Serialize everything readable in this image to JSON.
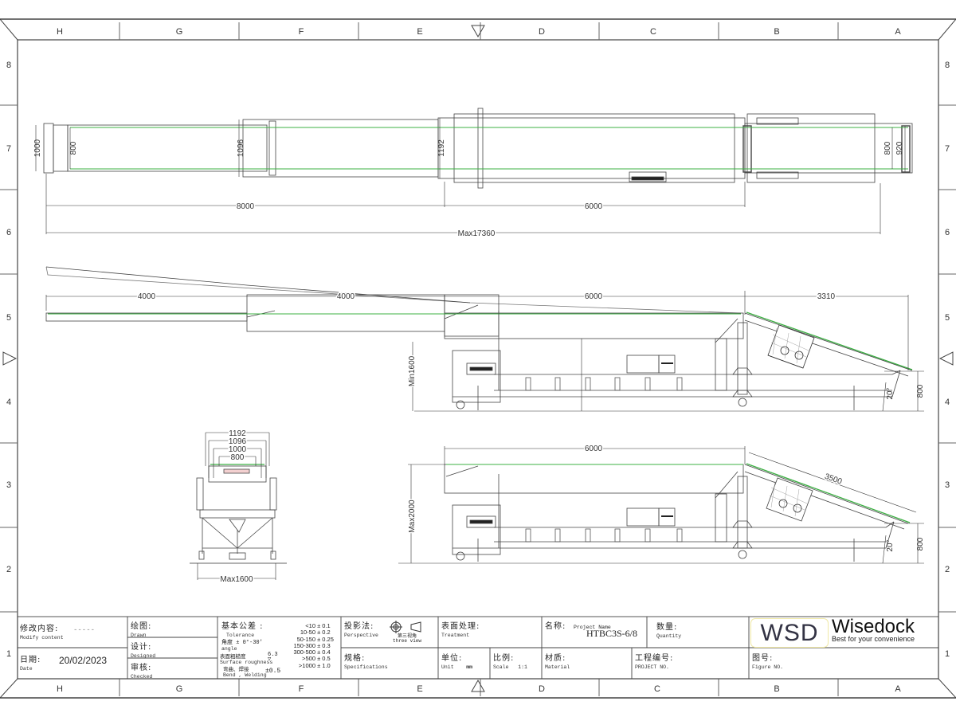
{
  "drawing": {
    "type": "engineering-drawing",
    "subject": "Telescopic belt conveyor — plan, side and end views",
    "frame": {
      "column_zones": [
        "H",
        "G",
        "F",
        "E",
        "D",
        "C",
        "B",
        "A"
      ],
      "row_zones": [
        "8",
        "7",
        "6",
        "5",
        "4",
        "3",
        "2",
        "1"
      ]
    },
    "plan_view": {
      "dims": {
        "width_tail": "1000",
        "belt_width_tail": "800",
        "width_mid": "1096",
        "width_base": "1192",
        "belt_width_head": "800",
        "width_head": "920",
        "len_telescopic": "8000",
        "len_base": "6000",
        "overall": "Max17360"
      }
    },
    "side_view_extended": {
      "dims": {
        "stage1": "4000",
        "stage2": "4000",
        "base": "6000",
        "head": "3310",
        "min_height": "Min1600",
        "angle": "20°",
        "head_height": "800"
      }
    },
    "end_view": {
      "dims": {
        "w1": "1192",
        "w2": "1096",
        "w3": "1000",
        "w4": "800",
        "max_width": "Max1600"
      }
    },
    "side_view_raised": {
      "dims": {
        "base": "6000",
        "head": "3500",
        "max_height": "Max2000",
        "angle": "20°",
        "head_height": "800"
      }
    }
  },
  "title_block": {
    "modify": {
      "cn": "修改内容:",
      "en": "Modify content",
      "value": "-----"
    },
    "date": {
      "cn": "日期:",
      "en": "Date",
      "value": "20/02/2023"
    },
    "drawn": {
      "cn": "绘图:",
      "en": "Drawn"
    },
    "designed": {
      "cn": "设计:",
      "en": "Designed"
    },
    "checked": {
      "cn": "审核:",
      "en": "Checked"
    },
    "tolerance": {
      "cn": "基本公差 :",
      "en": "Tolerance",
      "angle_cn": "角度",
      "angle_en": "angle",
      "angle_value": "± 0°-30'",
      "surface_cn": "表面粗糙度",
      "surface_en": "Surface roughness",
      "surface_value": "6.3",
      "bend_cn": "弯曲、焊接",
      "bend_en": "Bend , Welding",
      "bend_value": "±0.5",
      "table": [
        {
          "range": "<10",
          "tol": "± 0.1"
        },
        {
          "range": "10-50",
          "tol": "± 0.2"
        },
        {
          "range": "50-150",
          "tol": "± 0.25"
        },
        {
          "range": "150-300",
          "tol": "± 0.3"
        },
        {
          "range": "300-500",
          "tol": "± 0.4"
        },
        {
          "range": ">500",
          "tol": "± 0.5"
        },
        {
          "range": ">1000",
          "tol": "± 1.0"
        }
      ]
    },
    "projection": {
      "cn": "投影法:",
      "en": "Perspective",
      "note_cn": "第三视角",
      "note_en": "three view"
    },
    "specifications": {
      "cn": "规格:",
      "en": "Specifications"
    },
    "treatment": {
      "cn": "表面处理:",
      "en": "Treatment"
    },
    "unit": {
      "cn": "单位:",
      "en": "Unit",
      "value": "mm"
    },
    "scale": {
      "cn": "比例:",
      "en": "Scale",
      "value": "1:1"
    },
    "project_name": {
      "cn": "名称:",
      "en": "Project Name",
      "value": "HTBC3S-6/8"
    },
    "material": {
      "cn": "材质:",
      "en": "Material"
    },
    "quantity": {
      "cn": "数量:",
      "en": "Quantity"
    },
    "project_no": {
      "cn": "工程编号:",
      "en": "PROJECT NO."
    },
    "figure_no": {
      "cn": "图号:",
      "en": "Figure NO."
    },
    "logo": {
      "mark": "WSD",
      "brand": "Wisedock",
      "tagline": "Best for your convenience"
    }
  },
  "colors": {
    "line": "#333333",
    "belt": "#3cb043",
    "frame": "#555555",
    "logo_border": "#f0e9a6"
  }
}
